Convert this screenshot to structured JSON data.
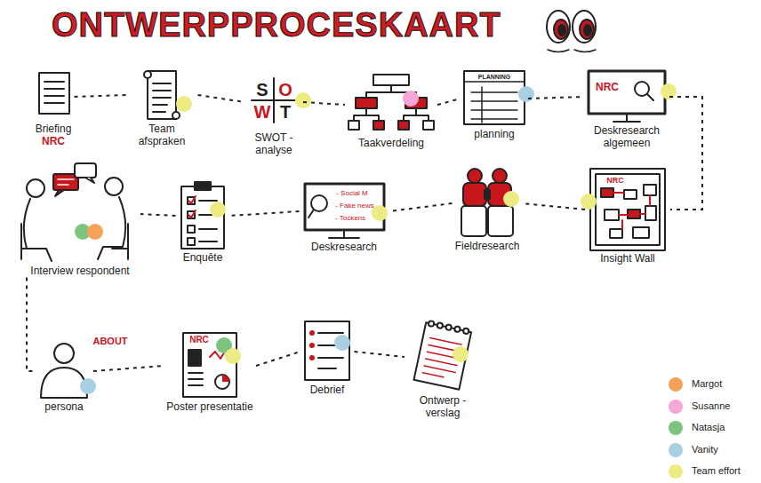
{
  "diagram": {
    "title": "ONTWERPPROCESKAART",
    "nodes": [
      {
        "text": [
          "Briefing",
          "NRC"
        ]
      },
      {
        "text": [
          "Team afspraken"
        ]
      },
      {
        "text": [
          "SWOT - analyse"
        ]
      },
      {
        "text": [
          "Taakverdeling"
        ]
      },
      {
        "text": [
          "planning"
        ]
      },
      {
        "text": [
          "Deskresearch algemeen"
        ]
      },
      {
        "text": [
          "Insight Wall"
        ]
      },
      {
        "text": [
          "Fieldresearch"
        ]
      },
      {
        "text": [
          "Deskresearch"
        ]
      },
      {
        "text": [
          "Enquête"
        ]
      },
      {
        "text": [
          "Interview respondent"
        ]
      },
      {
        "text": [
          "persona"
        ]
      },
      {
        "text": [
          "Poster presentatie"
        ]
      },
      {
        "text": [
          "Debrief"
        ]
      },
      {
        "text": [
          "Ontwerp - verslag"
        ]
      }
    ],
    "edges": [
      {
        "from": 0,
        "to": 1,
        "arrow": "none"
      },
      {
        "from": 1,
        "to": 2,
        "arrow": "none"
      },
      {
        "from": 2,
        "to": 3,
        "arrow": "none"
      },
      {
        "from": 3,
        "to": 4,
        "arrow": "none"
      },
      {
        "from": 4,
        "to": 5,
        "arrow": "none"
      },
      {
        "from": 5,
        "to": 6,
        "arrow": "none"
      },
      {
        "from": 6,
        "to": 7,
        "arrow": "none"
      },
      {
        "from": 7,
        "to": 8,
        "arrow": "none"
      },
      {
        "from": 8,
        "to": 9,
        "arrow": "none"
      },
      {
        "from": 9,
        "to": 10,
        "arrow": "none"
      },
      {
        "from": 10,
        "to": 11,
        "arrow": "none"
      },
      {
        "from": 11,
        "to": 12,
        "arrow": "none"
      },
      {
        "from": 12,
        "to": 13,
        "arrow": "none"
      },
      {
        "from": 13,
        "to": 14,
        "arrow": "none"
      }
    ],
    "labels": [
      "S",
      "O",
      "W",
      "T",
      "PLANNING",
      "NRC",
      "NRC",
      "- Social M",
      "- Fake news",
      "- Tockens",
      "ABOUT",
      "NRC"
    ],
    "legend": [
      {
        "text": "Margot",
        "color": "#f4a259"
      },
      {
        "text": "Susanne",
        "color": "#f7a6d8"
      },
      {
        "text": "Natasja",
        "color": "#7cc47f"
      },
      {
        "text": "Vanity",
        "color": "#a9cfe3"
      },
      {
        "text": "Team effort",
        "color": "#ecec82"
      }
    ]
  }
}
